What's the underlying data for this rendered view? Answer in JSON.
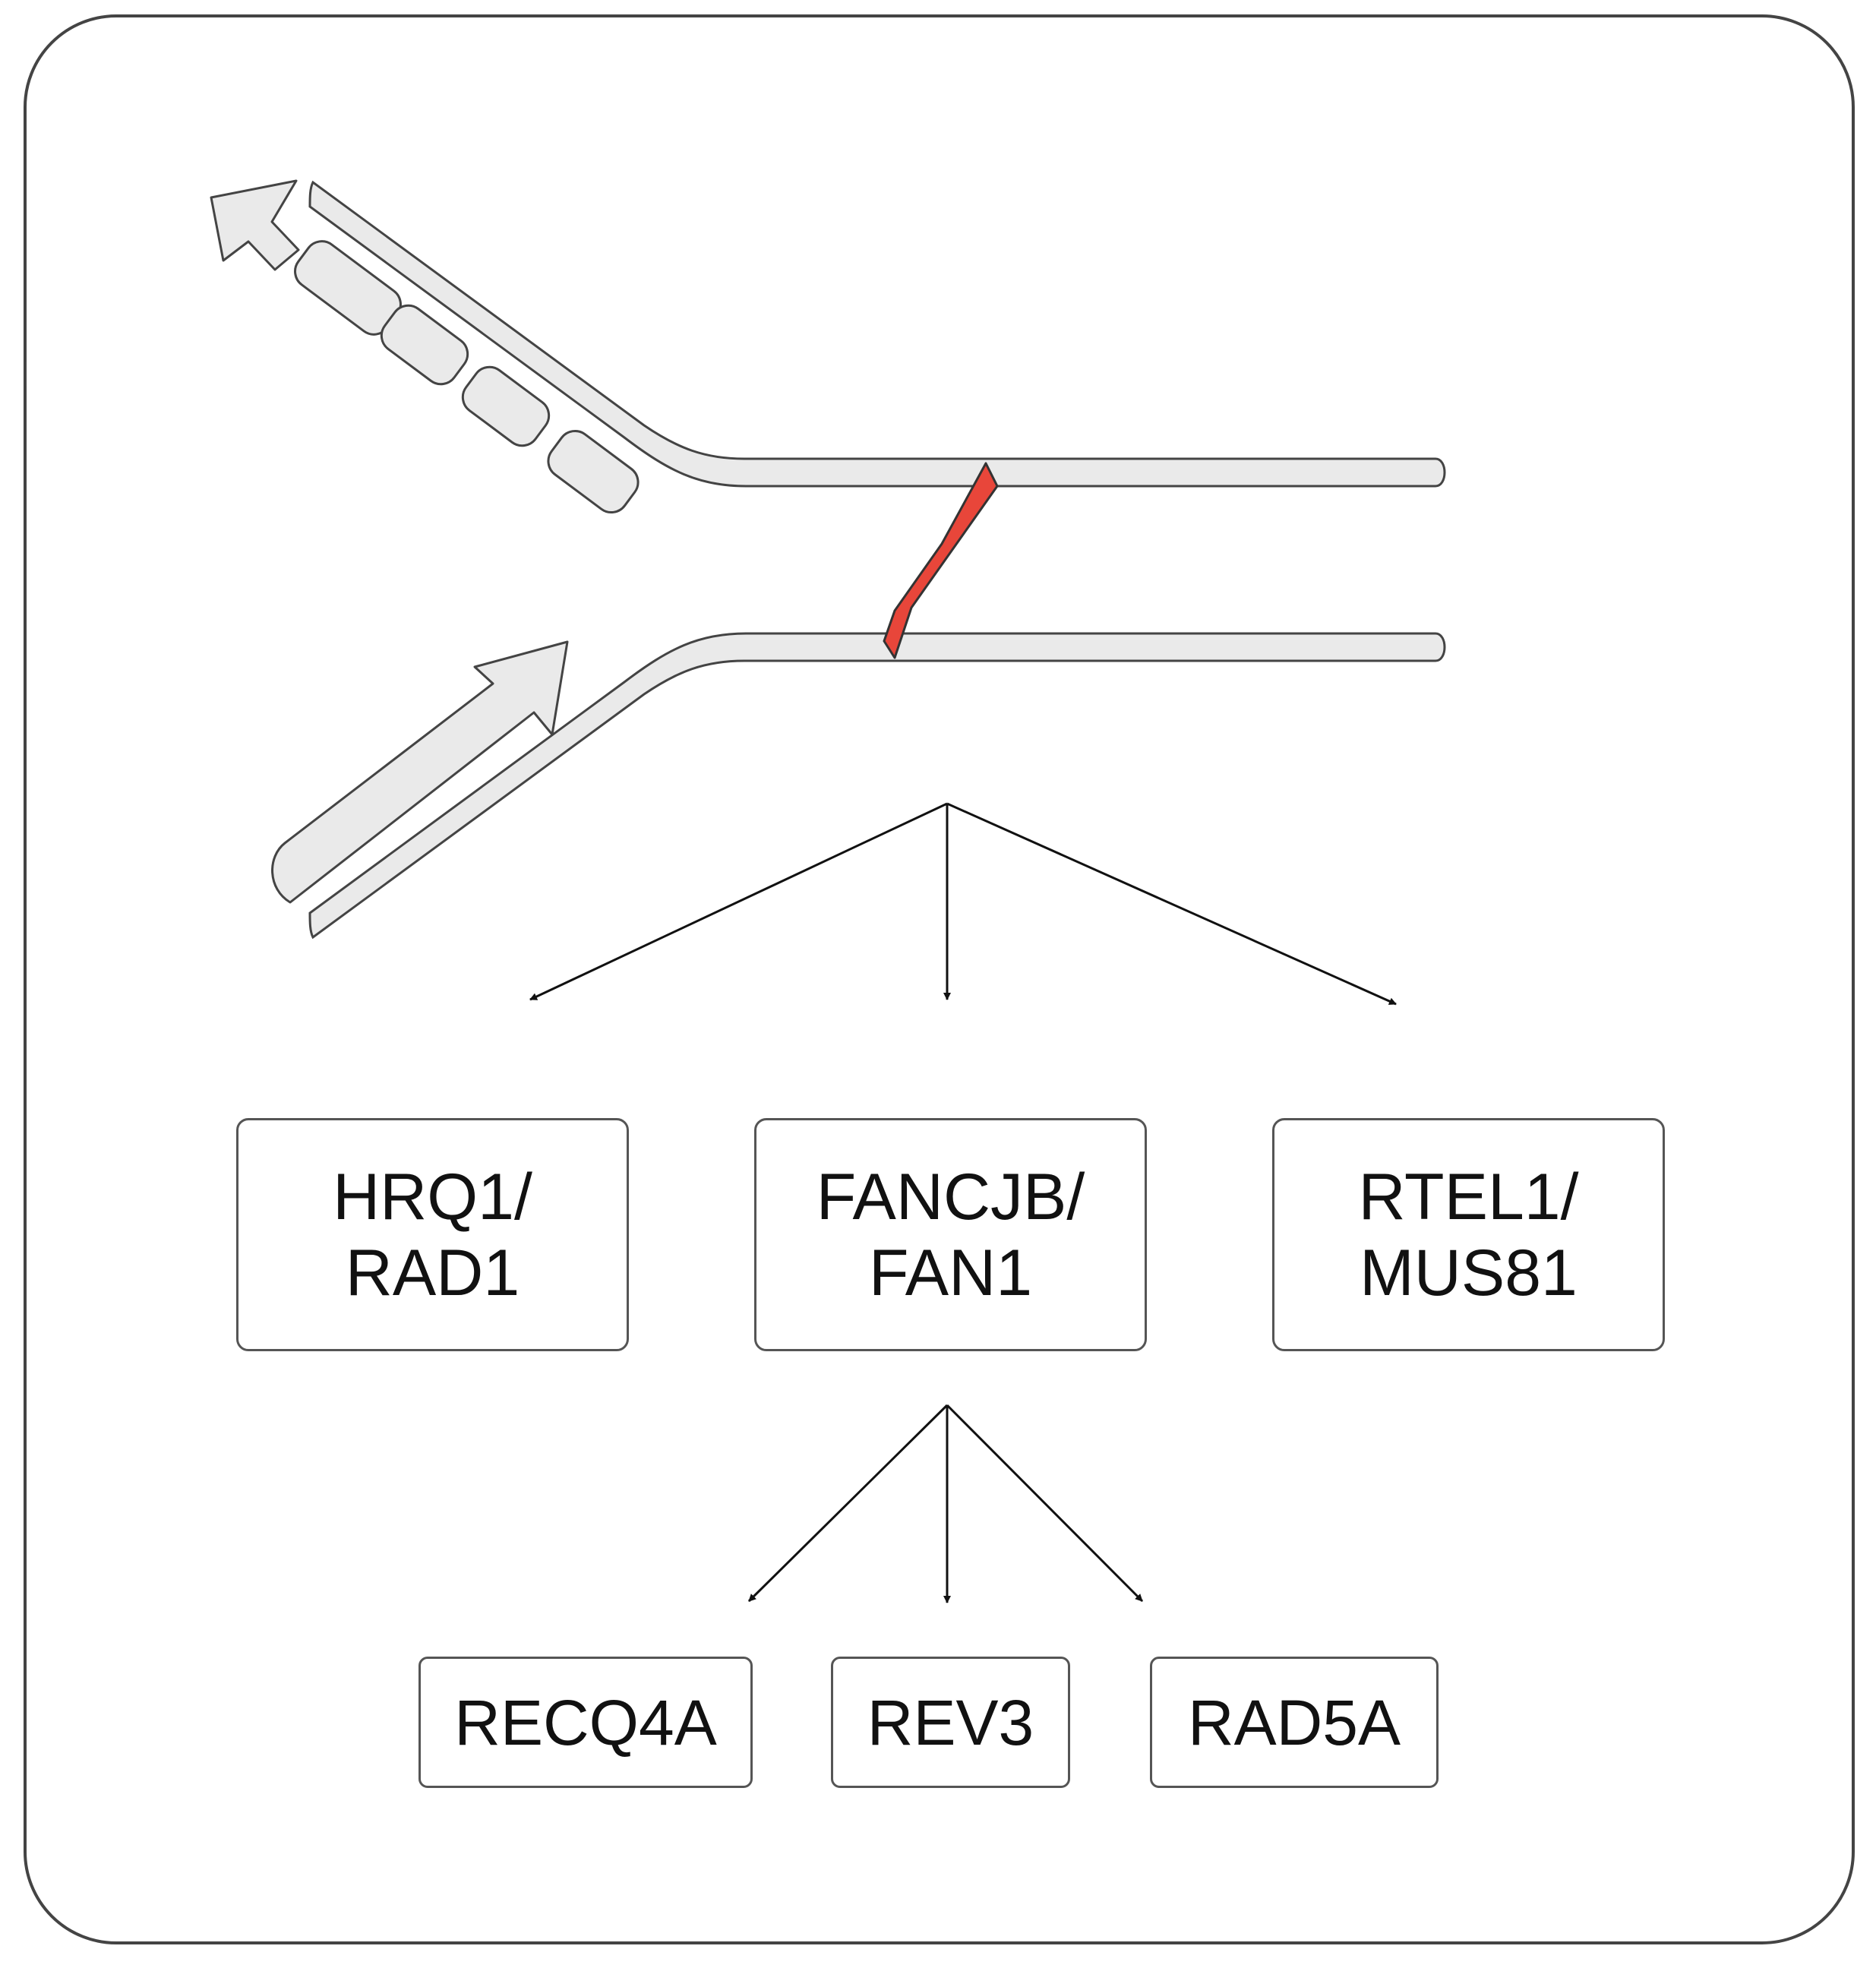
{
  "diagram": {
    "colors": {
      "strand_fill": "#eaeaea",
      "outline": "#444444",
      "crosslink": "#e8463a",
      "box_border": "#555555",
      "arrow": "#111111"
    },
    "level1": [
      {
        "line1": "HRQ1/",
        "line2": "RAD1"
      },
      {
        "line1": "FANCJB/",
        "line2": "FAN1"
      },
      {
        "line1": "RTEL1/",
        "line2": "MUS81"
      }
    ],
    "level2": [
      {
        "label": "RECQ4A"
      },
      {
        "label": "REV3"
      },
      {
        "label": "RAD5A"
      }
    ],
    "icons": [
      "replication-fork-icon",
      "lagging-strand-fragments-icon",
      "leading-strand-arrow-icon",
      "interstrand-crosslink-icon"
    ]
  }
}
